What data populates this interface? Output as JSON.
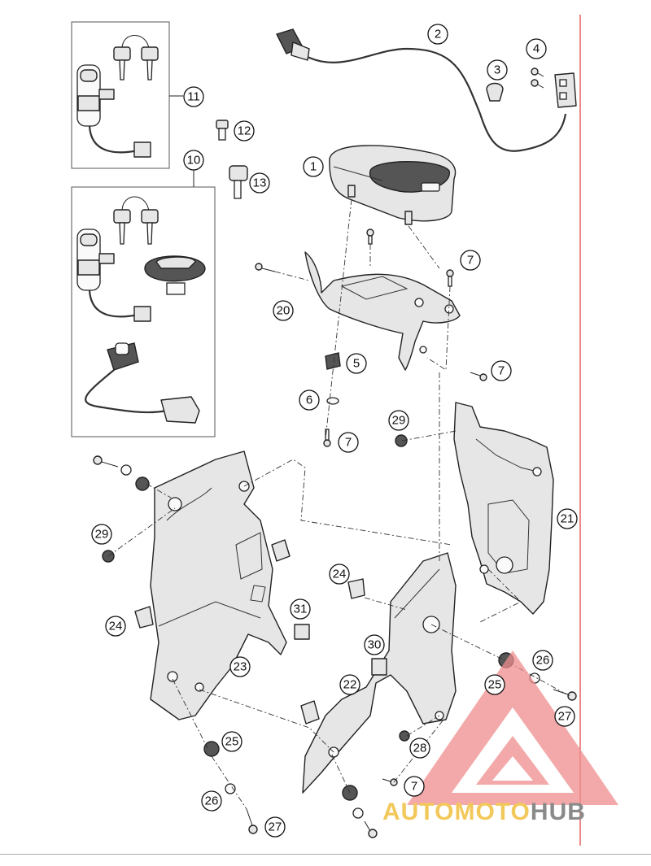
{
  "callouts": {
    "c1": "1",
    "c2": "2",
    "c3": "3",
    "c4": "4",
    "c5": "5",
    "c6": "6",
    "c7a": "7",
    "c7b": "7",
    "c7c": "7",
    "c7d": "7",
    "c10": "10",
    "c11": "11",
    "c12": "12",
    "c13": "13",
    "c20": "20",
    "c21": "21",
    "c22": "22",
    "c23": "23",
    "c24a": "24",
    "c24b": "24",
    "c25a": "25",
    "c25b": "25",
    "c26a": "26",
    "c26b": "26",
    "c27a": "27",
    "c27b": "27",
    "c28": "28",
    "c29a": "29",
    "c29b": "29",
    "c30": "30",
    "c31": "31"
  },
  "watermark": {
    "part1": "AUTOMOTO",
    "part2": "HUB",
    "color_yellow": "#f3c85a",
    "color_gray": "#8a8a8a",
    "color_red": "#e23a3a"
  }
}
